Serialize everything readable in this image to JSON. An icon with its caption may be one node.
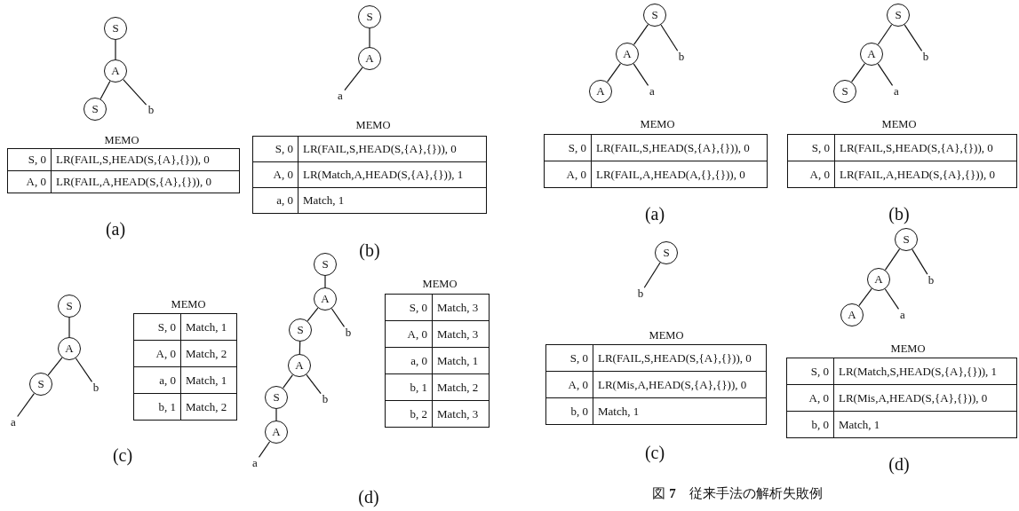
{
  "diagram": {
    "caption": "図 **7**　従来手法の解析失敗例",
    "nodes": [
      {
        "text": [
          "S"
        ]
      },
      {
        "text": [
          "A"
        ]
      },
      {
        "text": [
          "S"
        ]
      },
      {
        "text": [
          "b"
        ]
      },
      {
        "text": [
          "S"
        ]
      },
      {
        "text": [
          "A"
        ]
      },
      {
        "text": [
          "a"
        ]
      },
      {
        "text": [
          "S"
        ]
      },
      {
        "text": [
          "A"
        ]
      },
      {
        "text": [
          "b"
        ]
      },
      {
        "text": [
          "A"
        ]
      },
      {
        "text": [
          "a"
        ]
      },
      {
        "text": [
          "S"
        ]
      },
      {
        "text": [
          "A"
        ]
      },
      {
        "text": [
          "b"
        ]
      },
      {
        "text": [
          "S"
        ]
      },
      {
        "text": [
          "a"
        ]
      },
      {
        "text": [
          "S"
        ]
      },
      {
        "text": [
          "A"
        ]
      },
      {
        "text": [
          "S"
        ]
      },
      {
        "text": [
          "b"
        ]
      },
      {
        "text": [
          "a"
        ]
      },
      {
        "text": [
          "S"
        ]
      },
      {
        "text": [
          "A"
        ]
      },
      {
        "text": [
          "S"
        ]
      },
      {
        "text": [
          "b"
        ]
      },
      {
        "text": [
          "A"
        ]
      },
      {
        "text": [
          "S"
        ]
      },
      {
        "text": [
          "b"
        ]
      },
      {
        "text": [
          "A"
        ]
      },
      {
        "text": [
          "a"
        ]
      },
      {
        "text": [
          "S"
        ]
      },
      {
        "text": [
          "b"
        ]
      },
      {
        "text": [
          "S"
        ]
      },
      {
        "text": [
          "A"
        ]
      },
      {
        "text": [
          "b"
        ]
      },
      {
        "text": [
          "A"
        ]
      },
      {
        "text": [
          "a"
        ]
      }
    ],
    "edges": [
      {
        "from": 0,
        "to": 1,
        "arrow": "none"
      },
      {
        "from": 1,
        "to": 2,
        "arrow": "none"
      },
      {
        "from": 1,
        "to": 3,
        "arrow": "none"
      },
      {
        "from": 4,
        "to": 5,
        "arrow": "none"
      },
      {
        "from": 5,
        "to": 6,
        "arrow": "none"
      },
      {
        "from": 7,
        "to": 8,
        "arrow": "none"
      },
      {
        "from": 7,
        "to": 9,
        "arrow": "none"
      },
      {
        "from": 8,
        "to": 10,
        "arrow": "none"
      },
      {
        "from": 8,
        "to": 11,
        "arrow": "none"
      },
      {
        "from": 12,
        "to": 13,
        "arrow": "none"
      },
      {
        "from": 12,
        "to": 14,
        "arrow": "none"
      },
      {
        "from": 13,
        "to": 15,
        "arrow": "none"
      },
      {
        "from": 13,
        "to": 16,
        "arrow": "none"
      },
      {
        "from": 17,
        "to": 18,
        "arrow": "none"
      },
      {
        "from": 18,
        "to": 19,
        "arrow": "none"
      },
      {
        "from": 18,
        "to": 20,
        "arrow": "none"
      },
      {
        "from": 19,
        "to": 21,
        "arrow": "none"
      },
      {
        "from": 22,
        "to": 23,
        "arrow": "none"
      },
      {
        "from": 23,
        "to": 24,
        "arrow": "none"
      },
      {
        "from": 23,
        "to": 25,
        "arrow": "none"
      },
      {
        "from": 24,
        "to": 26,
        "arrow": "none"
      },
      {
        "from": 26,
        "to": 27,
        "arrow": "none"
      },
      {
        "from": 26,
        "to": 28,
        "arrow": "none"
      },
      {
        "from": 27,
        "to": 29,
        "arrow": "none"
      },
      {
        "from": 29,
        "to": 30,
        "arrow": "none"
      },
      {
        "from": 31,
        "to": 32,
        "arrow": "none"
      },
      {
        "from": 33,
        "to": 34,
        "arrow": "none"
      },
      {
        "from": 33,
        "to": 35,
        "arrow": "none"
      },
      {
        "from": 34,
        "to": 36,
        "arrow": "none"
      },
      {
        "from": 34,
        "to": 37,
        "arrow": "none"
      }
    ],
    "labels": [
      "MEMO",
      "S, 0",
      "LR(FAIL,S,HEAD(S,{A},{})), 0",
      "A, 0",
      "LR(FAIL,A,HEAD(S,{A},{})), 0",
      "(a)",
      "MEMO",
      "S, 0",
      "LR(FAIL,S,HEAD(S,{A},{})), 0",
      "A, 0",
      "LR(Match,A,HEAD(S,{A},{})), 1",
      "a, 0",
      "Match, 1",
      "(b)",
      "MEMO",
      "S, 0",
      "LR(FAIL,S,HEAD(S,{A},{})), 0",
      "A, 0",
      "LR(FAIL,A,HEAD(A,{},{})), 0",
      "(a)",
      "MEMO",
      "S, 0",
      "LR(FAIL,S,HEAD(S,{A},{})), 0",
      "A, 0",
      "LR(FAIL,A,HEAD(S,{A},{})), 0",
      "(b)",
      "MEMO",
      "S, 0",
      "Match, 1",
      "A, 0",
      "Match, 2",
      "a, 0",
      "Match, 1",
      "b, 1",
      "Match, 2",
      "(c)",
      "MEMO",
      "S, 0",
      "Match, 3",
      "A, 0",
      "Match, 3",
      "a, 0",
      "Match, 1",
      "b, 1",
      "Match, 2",
      "b, 2",
      "Match, 3",
      "(d)",
      "MEMO",
      "S, 0",
      "LR(FAIL,S,HEAD(S,{A},{})), 0",
      "A, 0",
      "LR(Mis,A,HEAD(S,{A},{})), 0",
      "b, 0",
      "Match, 1",
      "(c)",
      "MEMO",
      "S, 0",
      "LR(Match,S,HEAD(S,{A},{})), 1",
      "A, 0",
      "LR(Mis,A,HEAD(S,{A},{})), 0",
      "b, 0",
      "Match, 1",
      "(d)"
    ]
  }
}
